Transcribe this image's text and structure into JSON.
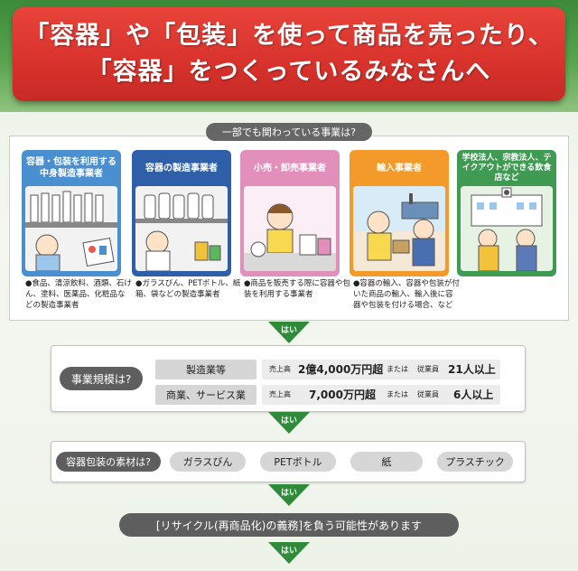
{
  "header": {
    "line1": "「容器」や「包装」を使って商品を売ったり、",
    "line2": "「容器」をつくっているみなさんへ"
  },
  "question": "一部でも関わっている事業は?",
  "categories": [
    {
      "label": "容器・包装を利用する中身製造事業者",
      "color": "#4a8fd0",
      "desc": "●食品、清涼飲料、酒類、石けん、塗料、医薬品、化粧品などの製造事業者"
    },
    {
      "label": "容器の製造事業者",
      "color": "#2e5fa8",
      "desc": "●ガラスびん、PETボトル、紙箱、袋などの製造事業者"
    },
    {
      "label": "小売・卸売事業者",
      "color": "#e38fbc",
      "desc": "●商品を販売する際に容器や包装を利用する事業者"
    },
    {
      "label": "輸入事業者",
      "color": "#f39a2a",
      "desc": "●容器の輸入、容器や包装が付いた商品の輸入、輸入後に容器や包装を付ける場合、など"
    },
    {
      "label": "学校法人、宗教法人、テイクアウトができる飲食店など",
      "color": "#3f9a52",
      "desc": ""
    }
  ],
  "yes": "はい",
  "scale": {
    "label": "事業規模は?",
    "rows": [
      {
        "type": "製造業等",
        "sales_label": "売上高",
        "sales": "2億4,000万円超",
        "or": "または",
        "emp_label": "従業員",
        "emp": "21人以上"
      },
      {
        "type": "商業、サービス業",
        "sales_label": "売上高",
        "sales": "7,000万円超",
        "or": "または",
        "emp_label": "従業員",
        "emp": "6人以上"
      }
    ]
  },
  "materials": {
    "label": "容器包装の素材は?",
    "items": [
      "ガラスびん",
      "PETボトル",
      "紙",
      "プラスチック"
    ]
  },
  "result": "[リサイクル(再商品化)の義務]を負う可能性があります"
}
